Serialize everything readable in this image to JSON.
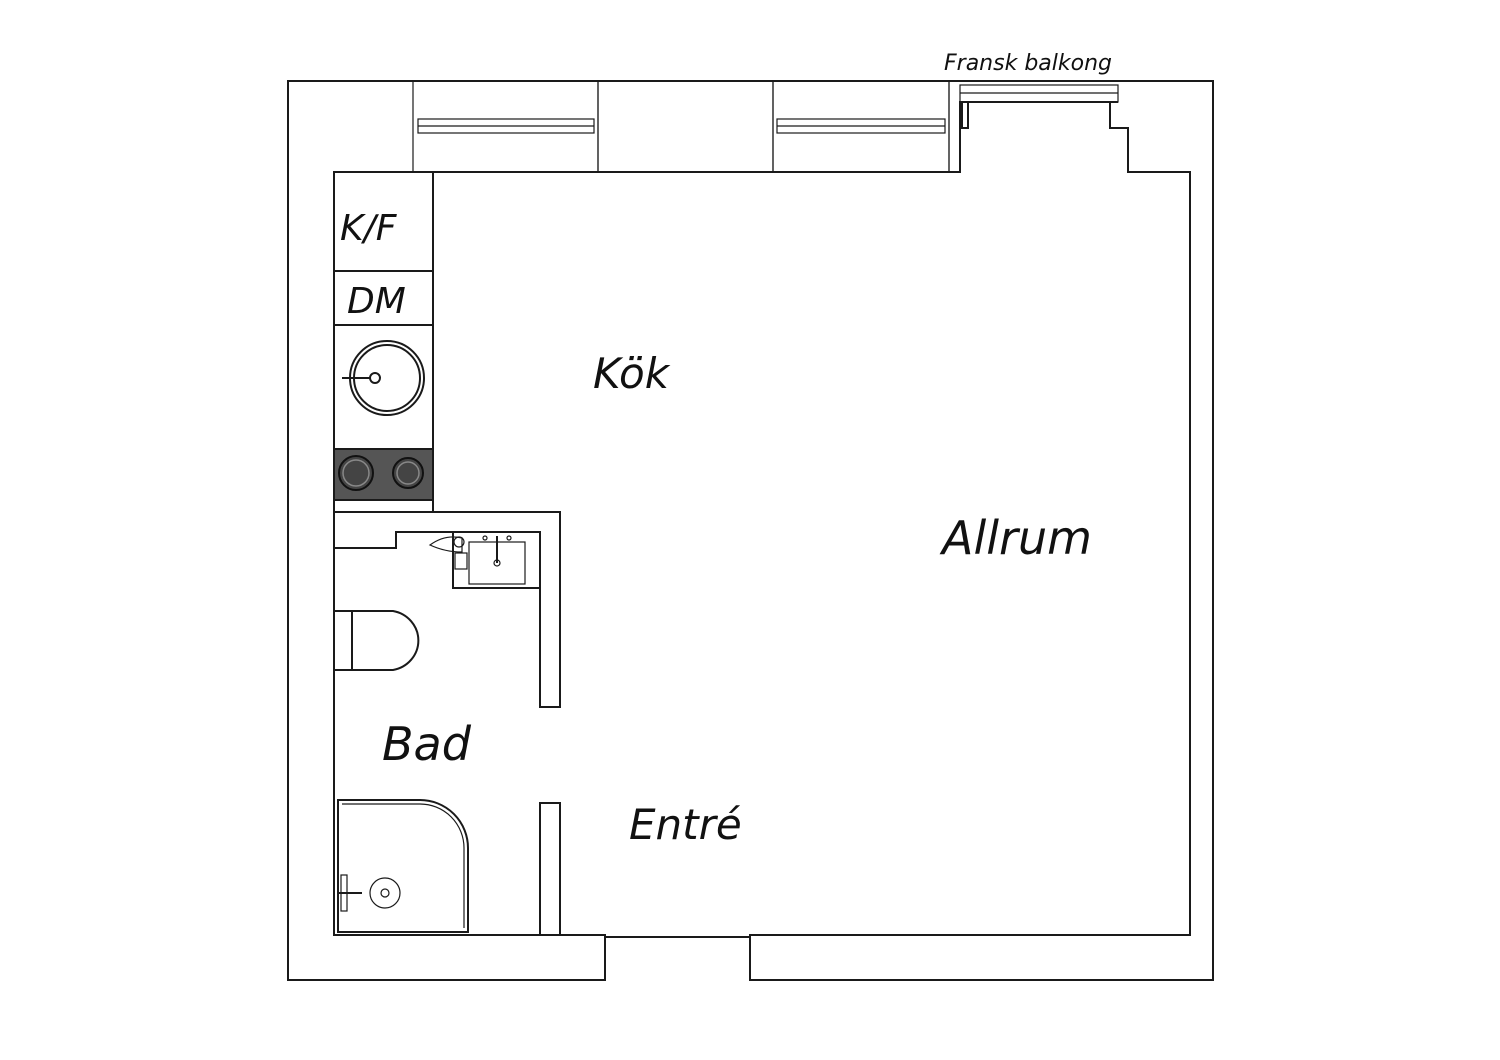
{
  "floor_plan": {
    "annotations": {
      "balcony": "Fransk balkong"
    },
    "rooms": {
      "kitchen": "Kök",
      "living": "Allrum",
      "bath": "Bad",
      "hall": "Entré"
    },
    "appliances": {
      "fridge_freezer": "K/F",
      "dishwasher": "DM"
    },
    "colors": {
      "line": "#1a1a1a",
      "stove_panel": "#555555",
      "background": "#ffffff"
    }
  }
}
